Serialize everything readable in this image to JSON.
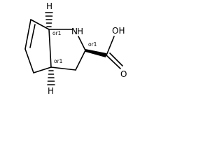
{
  "molecule": {
    "atoms": {
      "nh": "N",
      "nh_h": "H",
      "oh": "OH",
      "o": "O",
      "h_top": "H",
      "h_bottom": "H"
    },
    "stereo_labels": {
      "c1": "or1",
      "c2": "or1",
      "c3": "or1"
    }
  }
}
